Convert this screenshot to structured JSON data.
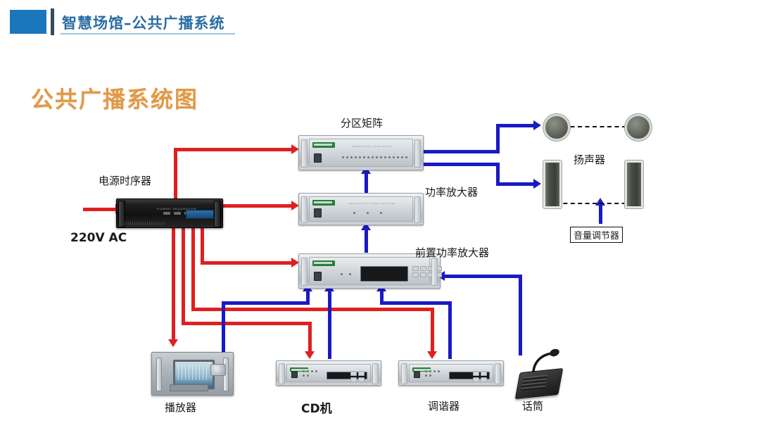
{
  "header": {
    "title": "智慧场馆–公共广播系统",
    "accent_color": "#1b77bd",
    "title_color": "#2b6ca3",
    "bar_color": "#3a4a57"
  },
  "page": {
    "title": "公共广播系统图",
    "title_color": "#e09a46"
  },
  "legend_colors": {
    "power_line": "#e02020",
    "signal_line": "#1a1ac4",
    "link_dashed": "#111111"
  },
  "diagram": {
    "type": "public-address-system-block-diagram",
    "nodes": [
      {
        "id": "mains",
        "label": "220V AC",
        "kind": "power-source"
      },
      {
        "id": "sequencer",
        "label": "电源时序器",
        "kind": "rack-device-black"
      },
      {
        "id": "matrix",
        "label": "分区矩阵",
        "kind": "rack-device-2u"
      },
      {
        "id": "poweramp",
        "label": "功率放大器",
        "kind": "rack-device-2u"
      },
      {
        "id": "preamp",
        "label": "前置功率放大器",
        "kind": "rack-device-2u"
      },
      {
        "id": "player",
        "label": "播放器",
        "kind": "player-device"
      },
      {
        "id": "cd",
        "label": "CD机",
        "kind": "rack-device-1u"
      },
      {
        "id": "tuner",
        "label": "调谐器",
        "kind": "rack-device-1u"
      },
      {
        "id": "mic",
        "label": "话筒",
        "kind": "desktop-microphone"
      },
      {
        "id": "speakers",
        "label": "扬声器",
        "kind": "speaker-group"
      },
      {
        "id": "volumectl",
        "label": "音量调节器",
        "kind": "boxed-label"
      }
    ],
    "edges": [
      {
        "from": "mains",
        "to": "sequencer",
        "type": "power"
      },
      {
        "from": "sequencer",
        "to": "matrix",
        "type": "power"
      },
      {
        "from": "sequencer",
        "to": "poweramp",
        "type": "power"
      },
      {
        "from": "sequencer",
        "to": "preamp",
        "type": "power"
      },
      {
        "from": "sequencer",
        "to": "player",
        "type": "power"
      },
      {
        "from": "sequencer",
        "to": "cd",
        "type": "power"
      },
      {
        "from": "sequencer",
        "to": "tuner",
        "type": "power"
      },
      {
        "from": "player",
        "to": "preamp",
        "type": "signal"
      },
      {
        "from": "cd",
        "to": "preamp",
        "type": "signal"
      },
      {
        "from": "tuner",
        "to": "preamp",
        "type": "signal"
      },
      {
        "from": "mic",
        "to": "preamp",
        "type": "signal"
      },
      {
        "from": "preamp",
        "to": "poweramp",
        "type": "signal"
      },
      {
        "from": "poweramp",
        "to": "matrix",
        "type": "signal"
      },
      {
        "from": "matrix",
        "to": "speakers",
        "type": "signal"
      },
      {
        "from": "volumectl",
        "to": "speakers",
        "type": "signal"
      }
    ]
  }
}
